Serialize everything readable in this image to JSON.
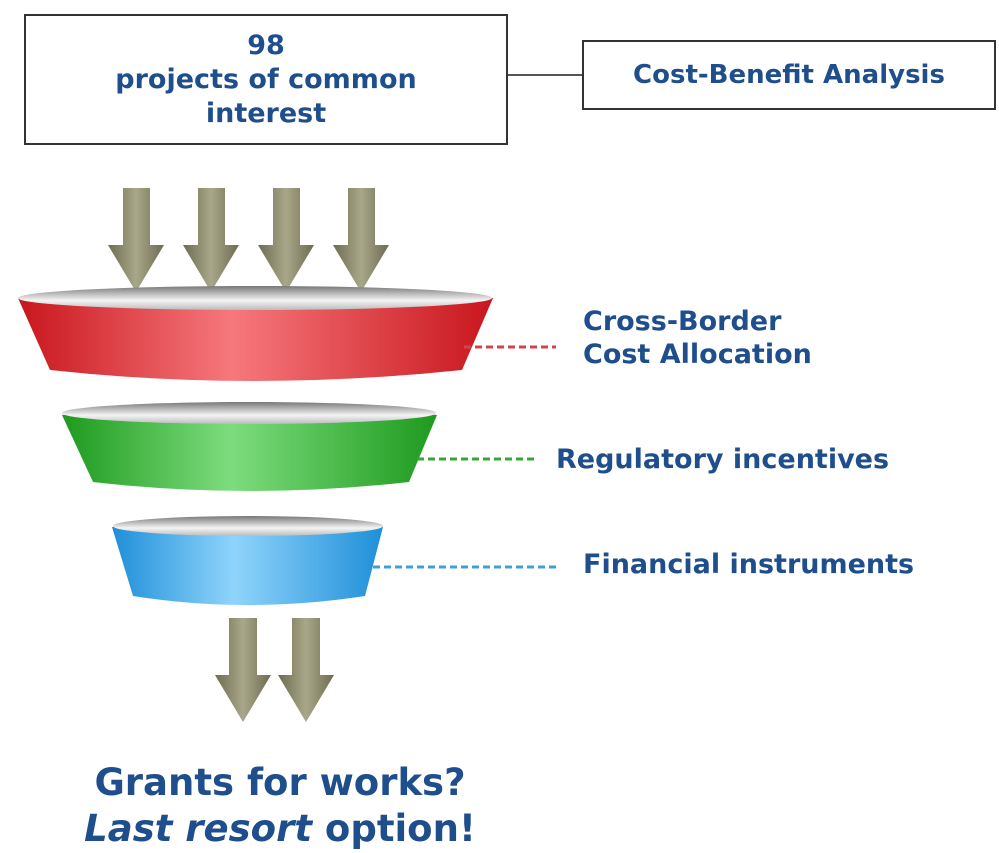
{
  "top_box": {
    "line1": "98",
    "line2": "projects of common",
    "line3": "interest"
  },
  "cba_box": {
    "label": "Cost-Benefit Analysis"
  },
  "stages": [
    {
      "line1": "Cross-Border",
      "line2": "Cost Allocation",
      "color": "#e8343a"
    },
    {
      "label": "Regulatory incentives",
      "color": "#32b832"
    },
    {
      "label": "Financial instruments",
      "color": "#35a9ee"
    }
  ],
  "bottom": {
    "line1": "Grants for works?",
    "line2_italic": "Last resort",
    "line2_rest": " option!"
  },
  "colors": {
    "text": "#1f4e8c",
    "arrow": "#8c8a6a"
  }
}
